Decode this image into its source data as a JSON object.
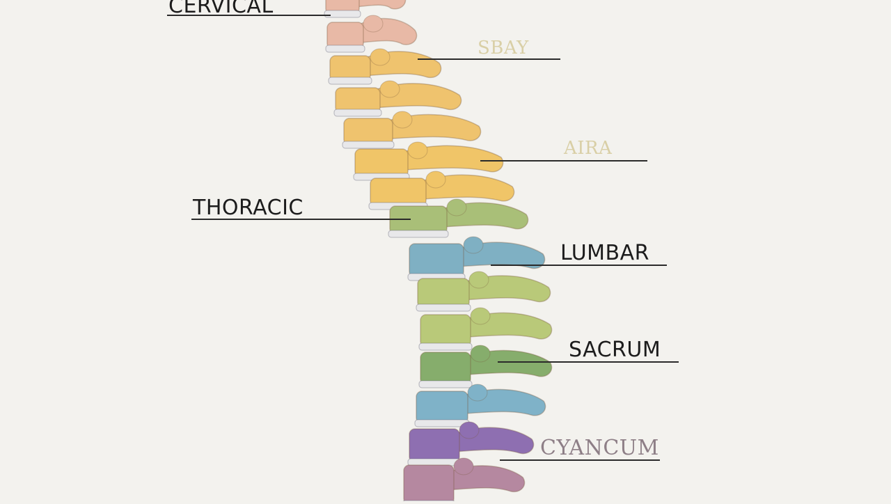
{
  "diagram": {
    "labels": {
      "cervical": "CERVICAL",
      "sbay": "SBAY",
      "aira": "AIRA",
      "thoracic": "THORACIC",
      "lumbar": "LUMBAR",
      "sacrum": "SACRUM",
      "cyancum": "CYANCUM"
    },
    "colors": {
      "background": "#f3f2ee",
      "line": "#2a2a2a",
      "disc": "#e8e8ea",
      "segments": [
        "#e8b9a6",
        "#efc36e",
        "#f0c568",
        "#a9bf78",
        "#7fb0c3",
        "#b9c979",
        "#86ad6c",
        "#7fb2c8",
        "#8e6fb1",
        "#b588a0"
      ]
    }
  }
}
